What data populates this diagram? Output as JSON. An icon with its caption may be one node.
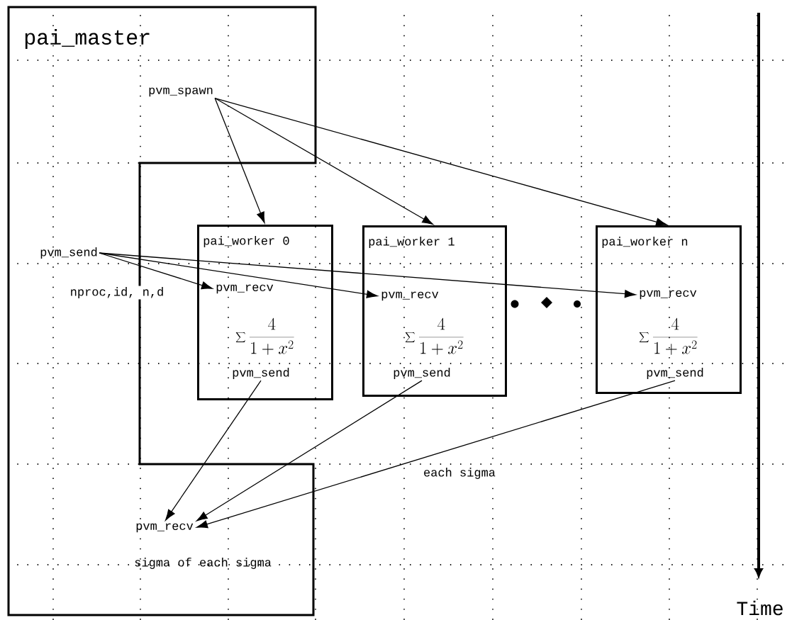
{
  "diagram": {
    "nodes": [
      {
        "text": [
          "pai_master"
        ]
      },
      {
        "text": [
          "pvm_spawn"
        ],
        "in": 0
      },
      {
        "text": [
          "pvm_send"
        ],
        "in": 0
      },
      {
        "text": [
          "pai_worker 0",
          "\\sum \\frac{4}{1 + x^{2}}"
        ]
      },
      {
        "text": [
          "pvm_recv"
        ],
        "in": 3
      },
      {
        "text": [
          "pvm_send"
        ],
        "in": 3
      },
      {
        "text": [
          "pai_worker 1",
          "\\sum \\frac{4}{1 + x^{2}}"
        ]
      },
      {
        "text": [
          "pvm_recv"
        ],
        "in": 6
      },
      {
        "text": [
          "pvm_send"
        ],
        "in": 6
      },
      {
        "text": [
          "pai_worker n",
          "\\sum \\frac{4}{1 + x^{2}}"
        ]
      },
      {
        "text": [
          "pvm_recv"
        ],
        "in": 9
      },
      {
        "text": [
          "pvm_send"
        ],
        "in": 9
      },
      {
        "text": [
          "pvm_recv"
        ],
        "in": 0,
        "beside": [
          "sigma of each sigma"
        ]
      }
    ],
    "edges": [
      {
        "from": 1,
        "to": 3,
        "arrow": "to"
      },
      {
        "from": 1,
        "to": 6,
        "arrow": "to"
      },
      {
        "from": 1,
        "to": 9,
        "arrow": "to"
      },
      {
        "from": 2,
        "to": 4,
        "arrow": "to",
        "label": "nproc,id, n,d"
      },
      {
        "from": 2,
        "to": 7,
        "arrow": "to"
      },
      {
        "from": 2,
        "to": 10,
        "arrow": "to"
      },
      {
        "from": 5,
        "to": 12,
        "arrow": "to"
      },
      {
        "from": 8,
        "to": 12,
        "arrow": "to"
      },
      {
        "from": 11,
        "to": 12,
        "arrow": "to",
        "label": "each sigma"
      }
    ],
    "labels": [
      "Time"
    ]
  }
}
